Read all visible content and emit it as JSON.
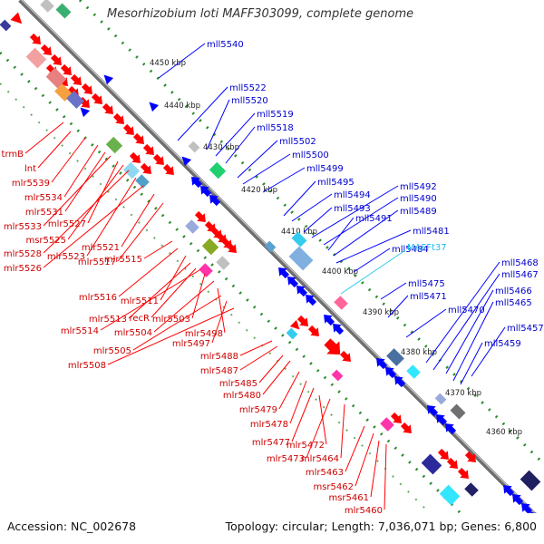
{
  "title": "Mesorhizobium loti MAFF303099, complete genome",
  "accession_line": "Accession: NC_002678",
  "summary_line": "Topology: circular; Length: 7,036,071 bp; Genes: 6,800",
  "colors": {
    "backbone": "#808080",
    "forward_gene": "#ff0000",
    "reverse_gene": "#0000ff",
    "rna_gene": "#33ccee",
    "scale_dots": "#2a8a2a"
  },
  "scale_ticks": [
    "4450 kbp",
    "4440 kbp",
    "4430 kbp",
    "4420 kbp",
    "4410 kbp",
    "4400 kbp",
    "4390 kbp",
    "4380 kbp",
    "4370 kbp",
    "4360 kbp"
  ],
  "reverse_labels": [
    "mll5540",
    "mll5522",
    "mll5520",
    "mll5519",
    "mll5518",
    "mll5502",
    "mll5500",
    "mll5499",
    "mll5495",
    "mll5494",
    "mll5493",
    "mll5492",
    "mll5490",
    "mll5491",
    "mll5489",
    "mll5481",
    "mll5484",
    "mll5475",
    "mll5471",
    "mll5470",
    "mll5468",
    "mll5467",
    "mll5466",
    "mll5465",
    "mll5457",
    "mll5459"
  ],
  "rna_labels": [
    "MAFFt37"
  ],
  "forward_labels": [
    "trmB",
    "lnt",
    "mlr5539",
    "mlr5534",
    "mlr5531",
    "mlr5533",
    "mlr5527",
    "msr5525",
    "mlr5528",
    "mlr5523",
    "mlr5526",
    "mlr5521",
    "mlr5517",
    "mlr5515",
    "mlr5516",
    "mlr5511",
    "mlr5513",
    "recR",
    "mlr5503",
    "mlr5514",
    "mlr5504",
    "mlr5498",
    "mlr5505",
    "mlr5497",
    "mlr5508",
    "mlr5488",
    "mlr5487",
    "mlr5485",
    "mlr5480",
    "mlr5479",
    "mlr5478",
    "mlr5477",
    "mlr5472",
    "mlr5473",
    "mlr5464",
    "mlr5463",
    "msr5462",
    "msr5461",
    "mlr5460"
  ]
}
